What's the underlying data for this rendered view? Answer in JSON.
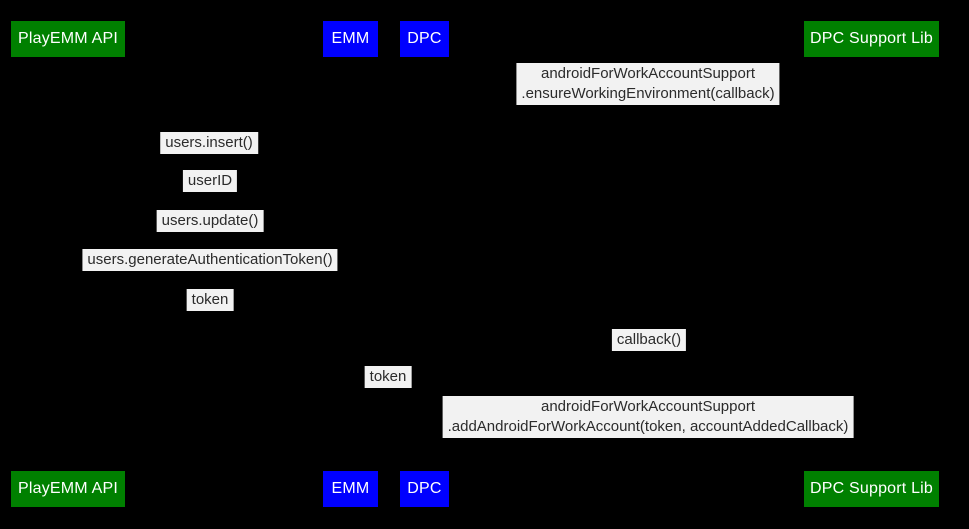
{
  "diagram": {
    "type": "sequence-diagram",
    "background_color": "#000000",
    "colors": {
      "participant_green": "#008000",
      "participant_blue": "#0000ff",
      "participant_text": "#ffffff",
      "message_label_background": "#f2f2f2",
      "message_label_text": "#2b2b2b"
    },
    "participants": [
      {
        "label": "PlayEMM API",
        "color": "#008000"
      },
      {
        "label": "EMM",
        "color": "#0000ff"
      },
      {
        "label": "DPC",
        "color": "#0000ff"
      },
      {
        "label": "DPC Support Lib",
        "color": "#008000"
      }
    ],
    "messages": [
      {
        "lines": [
          "androidForWorkAccountSupport",
          ".ensureWorkingEnvironment(callback)"
        ]
      },
      {
        "lines": [
          "users.insert()"
        ]
      },
      {
        "lines": [
          "userID"
        ]
      },
      {
        "lines": [
          "users.update()"
        ]
      },
      {
        "lines": [
          "users.generateAuthenticationToken()"
        ]
      },
      {
        "lines": [
          "token"
        ]
      },
      {
        "lines": [
          "callback()"
        ]
      },
      {
        "lines": [
          "token"
        ]
      },
      {
        "lines": [
          "androidForWorkAccountSupport",
          ".addAndroidForWorkAccount(token, accountAddedCallback)"
        ]
      }
    ]
  }
}
